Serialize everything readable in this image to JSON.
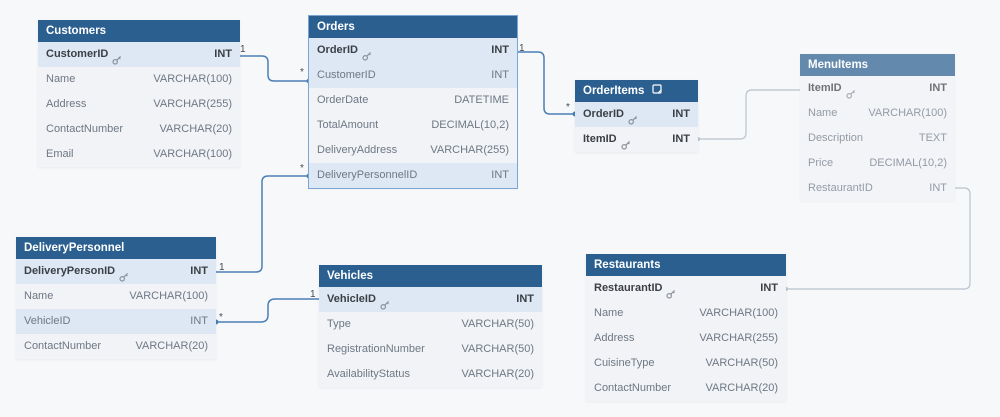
{
  "colors": {
    "header_bg": "#2b5f90",
    "header_text": "#ffffff",
    "line": "#4a7fb5",
    "line_faint": "#b8c2cd",
    "canvas_bg": "#f7f8fa",
    "row_highlight": "#dde8f4"
  },
  "tables": {
    "customers": {
      "name": "Customers",
      "fields": [
        {
          "name": "CustomerID",
          "type": "INT",
          "key": true
        },
        {
          "name": "Name",
          "type": "VARCHAR(100)"
        },
        {
          "name": "Address",
          "type": "VARCHAR(255)"
        },
        {
          "name": "ContactNumber",
          "type": "VARCHAR(20)"
        },
        {
          "name": "Email",
          "type": "VARCHAR(100)"
        }
      ]
    },
    "orders": {
      "name": "Orders",
      "fields": [
        {
          "name": "OrderID",
          "type": "INT",
          "key": true
        },
        {
          "name": "CustomerID",
          "type": "INT"
        },
        {
          "name": "OrderDate",
          "type": "DATETIME"
        },
        {
          "name": "TotalAmount",
          "type": "DECIMAL(10,2)"
        },
        {
          "name": "DeliveryAddress",
          "type": "VARCHAR(255)"
        },
        {
          "name": "DeliveryPersonnelID",
          "type": "INT"
        }
      ]
    },
    "orderitems": {
      "name": "OrderItems",
      "header_icon": "note-icon",
      "fields": [
        {
          "name": "OrderID",
          "type": "INT",
          "key": true
        },
        {
          "name": "ItemID",
          "type": "INT",
          "key": true
        }
      ]
    },
    "menuitems": {
      "name": "MenuItems",
      "fields": [
        {
          "name": "ItemID",
          "type": "INT",
          "key": true
        },
        {
          "name": "Name",
          "type": "VARCHAR(100)"
        },
        {
          "name": "Description",
          "type": "TEXT"
        },
        {
          "name": "Price",
          "type": "DECIMAL(10,2)"
        },
        {
          "name": "RestaurantID",
          "type": "INT"
        }
      ]
    },
    "deliverypersonnel": {
      "name": "DeliveryPersonnel",
      "fields": [
        {
          "name": "DeliveryPersonID",
          "type": "INT",
          "key": true
        },
        {
          "name": "Name",
          "type": "VARCHAR(100)"
        },
        {
          "name": "VehicleID",
          "type": "INT"
        },
        {
          "name": "ContactNumber",
          "type": "VARCHAR(20)"
        }
      ]
    },
    "vehicles": {
      "name": "Vehicles",
      "fields": [
        {
          "name": "VehicleID",
          "type": "INT",
          "key": true
        },
        {
          "name": "Type",
          "type": "VARCHAR(50)"
        },
        {
          "name": "RegistrationNumber",
          "type": "VARCHAR(50)"
        },
        {
          "name": "AvailabilityStatus",
          "type": "VARCHAR(20)"
        }
      ]
    },
    "restaurants": {
      "name": "Restaurants",
      "fields": [
        {
          "name": "RestaurantID",
          "type": "INT",
          "key": true
        },
        {
          "name": "Name",
          "type": "VARCHAR(100)"
        },
        {
          "name": "Address",
          "type": "VARCHAR(255)"
        },
        {
          "name": "CuisineType",
          "type": "VARCHAR(50)"
        },
        {
          "name": "ContactNumber",
          "type": "VARCHAR(20)"
        }
      ]
    }
  },
  "relationships": [
    {
      "from": "Customers.CustomerID",
      "to": "Orders.CustomerID",
      "from_card": "1",
      "to_card": "*"
    },
    {
      "from": "Orders.OrderID",
      "to": "OrderItems.OrderID",
      "from_card": "1",
      "to_card": "*"
    },
    {
      "from": "DeliveryPersonnel.DeliveryPersonID",
      "to": "Orders.DeliveryPersonnelID",
      "from_card": "1",
      "to_card": "*"
    },
    {
      "from": "Vehicles.VehicleID",
      "to": "DeliveryPersonnel.VehicleID",
      "from_card": "1",
      "to_card": "*"
    },
    {
      "from": "MenuItems.ItemID",
      "to": "OrderItems.ItemID",
      "from_card": "",
      "to_card": ""
    },
    {
      "from": "Restaurants.RestaurantID",
      "to": "MenuItems.RestaurantID",
      "from_card": "",
      "to_card": ""
    }
  ]
}
